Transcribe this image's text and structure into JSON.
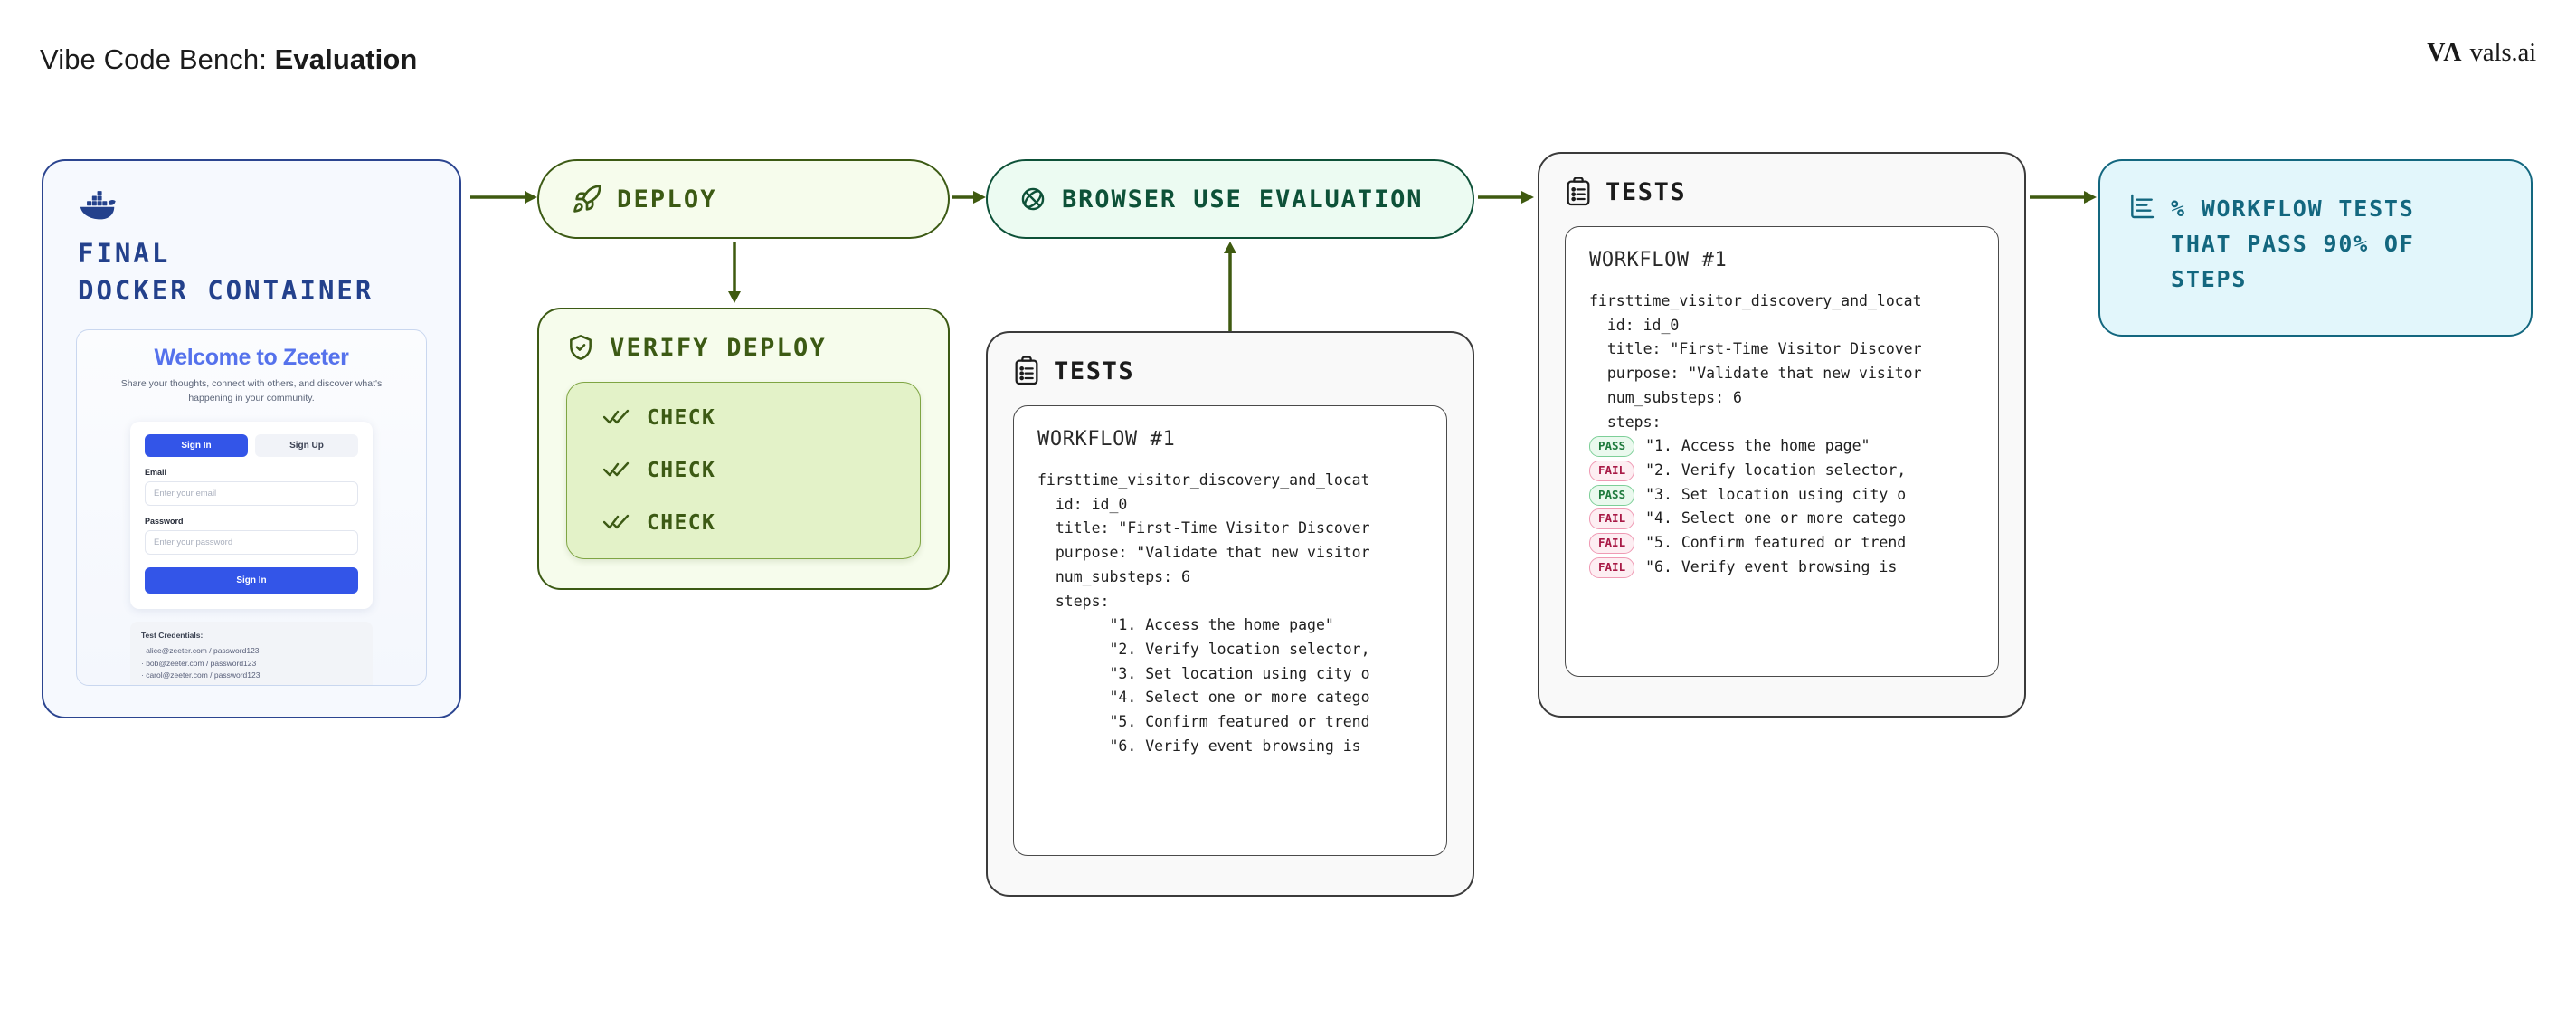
{
  "header": {
    "title_prefix": "Vibe Code Bench: ",
    "title_emphasis": "Evaluation",
    "brand_mark": "VΛ",
    "brand_name": "vals.ai"
  },
  "docker_card": {
    "icon": "docker-whale-icon",
    "title_line1": "FINAL",
    "title_line2": "DOCKER CONTAINER",
    "app_preview": {
      "heading": "Welcome to Zeeter",
      "subheading": "Share your thoughts, connect with others, and discover what's happening in your community.",
      "tabs": [
        {
          "label": "Sign In",
          "active": true
        },
        {
          "label": "Sign Up",
          "active": false
        }
      ],
      "fields": [
        {
          "label": "Email",
          "placeholder": "Enter your email"
        },
        {
          "label": "Password",
          "placeholder": "Enter your password"
        }
      ],
      "submit_label": "Sign In",
      "credentials_title": "Test Credentials:",
      "credentials": [
        "· alice@zeeter.com / password123",
        "· bob@zeeter.com / password123",
        "· carol@zeeter.com / password123"
      ]
    }
  },
  "deploy": {
    "icon": "rocket-icon",
    "label": "DEPLOY"
  },
  "verify_deploy": {
    "icon": "shield-check-icon",
    "label": "VERIFY DEPLOY",
    "checks": [
      {
        "icon": "double-check-icon",
        "label": "CHECK"
      },
      {
        "icon": "double-check-icon",
        "label": "CHECK"
      },
      {
        "icon": "double-check-icon",
        "label": "CHECK"
      }
    ]
  },
  "browser_use_evaluation": {
    "icon": "browser-atom-icon",
    "label": "BROWSER USE EVALUATION"
  },
  "tests_lower": {
    "icon": "clipboard-list-icon",
    "title": "TESTS",
    "workflow_title": "WORKFLOW #1",
    "workflow_name": "firsttime_visitor_discovery_and_locat",
    "lines": [
      "  id: id_0",
      "  title: \"First-Time Visitor Discover",
      "  purpose: \"Validate that new visitor",
      "  num_substeps: 6",
      "  steps:"
    ],
    "steps": [
      "        \"1. Access the home page\"",
      "        \"2. Verify location selector,",
      "        \"3. Set location using city o",
      "        \"4. Select one or more catego",
      "        \"5. Confirm featured or trend",
      "        \"6. Verify event browsing is"
    ]
  },
  "tests_upper": {
    "icon": "clipboard-list-icon",
    "title": "TESTS",
    "workflow_title": "WORKFLOW #1",
    "workflow_name": "firsttime_visitor_discovery_and_locat",
    "lines": [
      "  id: id_0",
      "  title: \"First-Time Visitor Discover",
      "  purpose: \"Validate that new visitor",
      "  num_substeps: 6",
      "  steps:"
    ],
    "steps": [
      {
        "status": "PASS",
        "text": "\"1. Access the home page\""
      },
      {
        "status": "FAIL",
        "text": "\"2. Verify location selector,"
      },
      {
        "status": "PASS",
        "text": "\"3. Set location using city o"
      },
      {
        "status": "FAIL",
        "text": "\"4. Select one or more catego"
      },
      {
        "status": "FAIL",
        "text": "\"5. Confirm featured or trend"
      },
      {
        "status": "FAIL",
        "text": "\"6. Verify event browsing is"
      }
    ]
  },
  "metric": {
    "icon": "bar-chart-icon",
    "line1": "% WORKFLOW TESTS",
    "line2": "THAT PASS 90% OF",
    "line3": "STEPS"
  },
  "colors": {
    "docker_blue": "#23418c",
    "green": "#3c5a14",
    "teal_dark": "#0d5138",
    "teal_metric": "#13677f",
    "pass": "#1f7a3d",
    "fail": "#a81a46",
    "arrow": "#3f5a10"
  }
}
